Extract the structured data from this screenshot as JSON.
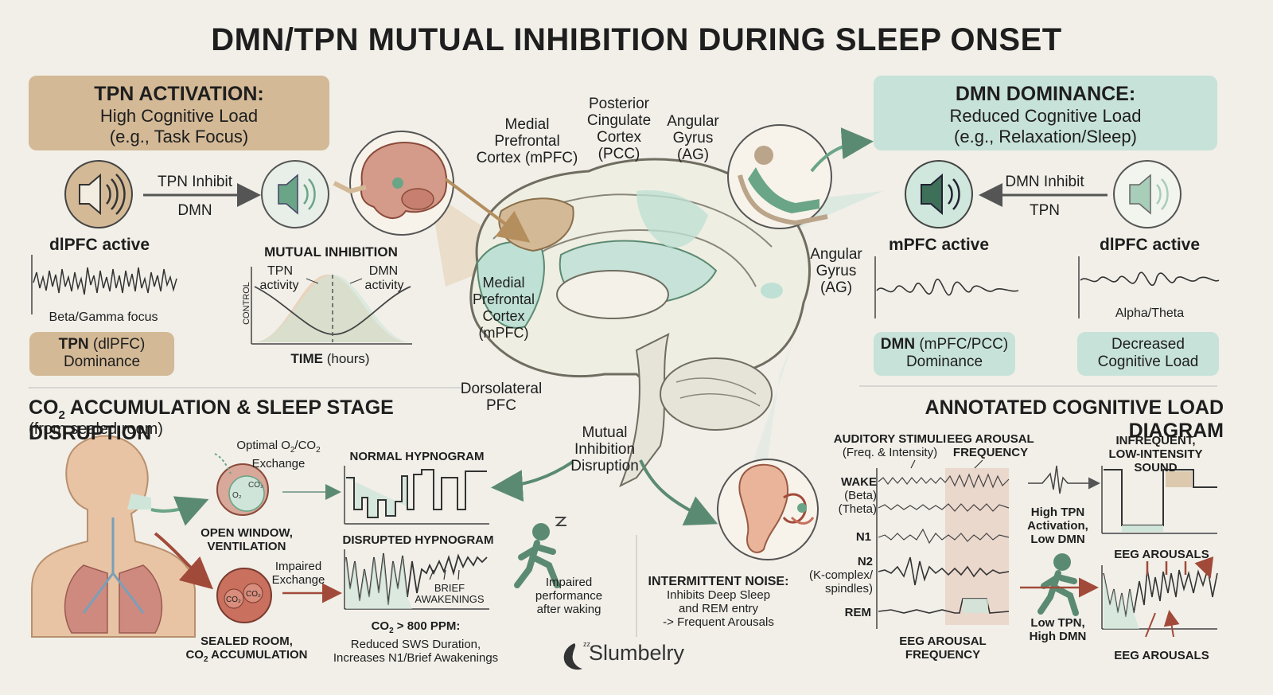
{
  "title": "DMN/TPN MUTUAL INHIBITION DURING SLEEP ONSET",
  "tpn_panel": {
    "heading": "TPN ACTIVATION:",
    "line1": "High Cognitive Load",
    "line2": "(e.g., Task Focus)"
  },
  "dmn_panel": {
    "heading": "DMN DOMINANCE:",
    "line1": "Reduced Cognitive Load",
    "line2": "(e.g., Relaxation/Sleep)"
  },
  "left_top": {
    "inhibit_top": "TPN Inhibit",
    "inhibit_bottom": "DMN",
    "active_label": "dlPFC active",
    "wave_label": "Beta/Gamma focus",
    "badge_bold": "TPN",
    "badge_rest": " (dlPFC)",
    "badge_line2": "Dominance"
  },
  "mutual_chart": {
    "title": "MUTUAL INHIBITION",
    "tpn_label_1": "TPN",
    "tpn_label_2": "activity",
    "dmn_label_1": "DMN",
    "dmn_label_2": "activity",
    "ylabel": "CONTROL",
    "xlabel_bold": "TIME",
    "xlabel_rest": " (hours)"
  },
  "right_top": {
    "inhibit_top": "DMN Inhibit",
    "inhibit_bottom": "TPN",
    "left_active": "mPFC active",
    "right_active": "dlPFC active",
    "wave_label": "Alpha/Theta",
    "badge1_bold": "DMN",
    "badge1_rest": " (mPFC/PCC)",
    "badge1_line2": "Dominance",
    "badge2_line1": "Decreased",
    "badge2_line2": "Cognitive Load"
  },
  "brain_labels": {
    "mpfc_top": [
      "Medial",
      "Prefrontal",
      "Cortex (mPFC)"
    ],
    "pcc": [
      "Posterior",
      "Cingulate",
      "Cortex",
      "(PCC)"
    ],
    "ag_top": [
      "Angular",
      "Gyrus",
      "(AG)"
    ],
    "ag_right": [
      "Angular",
      "Gyrus",
      "(AG)"
    ],
    "mpfc_left": [
      "Medial",
      "Prefrontal",
      "Cortex",
      "(mPFC)"
    ],
    "dlpfc": [
      "Dorsolateral",
      "PFC"
    ],
    "disruption": [
      "Mutual",
      "Inhibition",
      "Disruption"
    ]
  },
  "co2_section": {
    "title_pre": "CO",
    "title_sub": "2",
    "title_post": " ACCUMULATION & SLEEP STAGE DISRUPTION",
    "subtitle": "(from sealed room)",
    "optimal_1": "Optimal O",
    "optimal_sub1": "2",
    "optimal_mid": "/CO",
    "optimal_sub2": "2",
    "optimal_2": "Exchange",
    "open_window_1": "OPEN WINDOW,",
    "open_window_2": "VENTILATION",
    "impaired_1": "Impaired",
    "impaired_2": "Exchange",
    "sealed_1": "SEALED ROOM,",
    "sealed_2_pre": "CO",
    "sealed_2_sub": "2",
    "sealed_2_post": " ACCUMULATION",
    "normal_hyp": "NORMAL HYPNOGRAM",
    "disrupted_hyp": "DISRUPTED HYPNOGRAM",
    "brief_1": "BRIEF",
    "brief_2": "AWAKENINGS",
    "co2_pre": "CO",
    "co2_sub": "2",
    "co2_post": " > 800 PPM:",
    "co2_line2": "Reduced SWS Duration,",
    "co2_line3": "Increases N1/Brief Awakenings",
    "impaired_perf": [
      "Impaired",
      "performance",
      "after waking"
    ]
  },
  "noise": {
    "title": "INTERMITTENT NOISE:",
    "line1": "Inhibits Deep Sleep",
    "line2": "and REM entry",
    "line3": "-> Frequent Arousals"
  },
  "brand": {
    "name": "Slumbelry",
    "mark": "zz"
  },
  "annotated": {
    "title": "ANNOTATED COGNITIVE LOAD DIAGRAM",
    "auditory_1": "AUDITORY STIMULI",
    "auditory_2": "(Freq. & Intensity)",
    "eeg_arousal_1": "EEG AROUSAL",
    "eeg_arousal_2": "FREQUENCY",
    "infrequent_1": "INFREQUENT,",
    "infrequent_2": "LOW-INTENSITY SOUND",
    "wake": "WAKE",
    "wake_2": "(Beta)",
    "wake_3": "(Theta)",
    "n1": "N1",
    "n2": "N2",
    "n2_2": "(K-complex/",
    "n2_3": "spindles)",
    "rem": "REM",
    "high_tpn": [
      "High TPN",
      "Activation,",
      "Low DMN"
    ],
    "low_tpn": [
      "Low TPN,",
      "High DMN"
    ],
    "eeg_arousals_top": "EEG AROUSALS",
    "eeg_arousals_bottom": "EEG AROUSALS",
    "bottom_1": "EEG AROUSAL",
    "bottom_2": "FREQUENCY"
  },
  "colors": {
    "tan": "#d3b996",
    "mint": "#c7e2d8",
    "green": "#5b8a72",
    "red": "#a24a3a"
  },
  "icons": [
    "speaker-icon",
    "brain-icon",
    "person-relaxing-icon",
    "ear-icon",
    "running-person-icon",
    "lungs-icon",
    "moon-icon"
  ]
}
